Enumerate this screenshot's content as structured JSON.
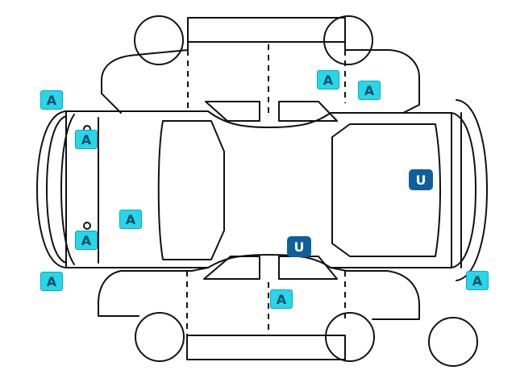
{
  "diagram": {
    "colors": {
      "outline": "#111111",
      "marker_a_bg": "#28d6ea",
      "marker_a_text": "#0a4d66",
      "marker_u_bg": "#0f5f9f",
      "marker_u_text": "#ffffff"
    },
    "markers": [
      {
        "id": "a-front-bumper-top",
        "label": "A",
        "kind": "a"
      },
      {
        "id": "a-hood-upper",
        "label": "A",
        "kind": "a"
      },
      {
        "id": "a-hood-center",
        "label": "A",
        "kind": "a"
      },
      {
        "id": "a-hood-lower",
        "label": "A",
        "kind": "a"
      },
      {
        "id": "a-front-bumper-bottom",
        "label": "A",
        "kind": "a"
      },
      {
        "id": "a-left-side-door",
        "label": "A",
        "kind": "a"
      },
      {
        "id": "a-left-side-rear",
        "label": "A",
        "kind": "a"
      },
      {
        "id": "a-right-side-door",
        "label": "A",
        "kind": "a"
      },
      {
        "id": "a-rear-bumper",
        "label": "A",
        "kind": "a"
      },
      {
        "id": "u-trunk",
        "label": "U",
        "kind": "u"
      },
      {
        "id": "u-roof-right",
        "label": "U",
        "kind": "u"
      }
    ]
  }
}
